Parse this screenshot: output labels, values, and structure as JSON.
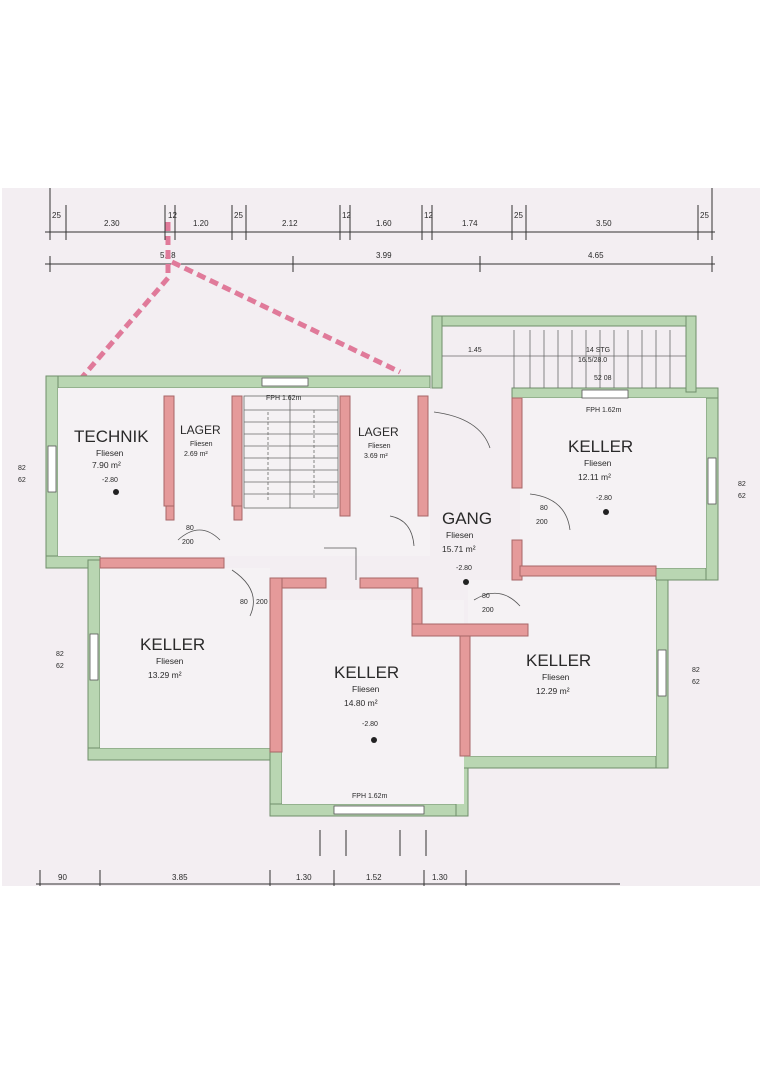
{
  "dimensions": {
    "top_row1": [
      "25",
      "2.30",
      "12",
      "1.20",
      "25",
      "2.12",
      "12",
      "1.60",
      "12",
      "1.74",
      "25",
      "3.50",
      "25"
    ],
    "top_row2": [
      "5.18",
      "3.99",
      "4.65"
    ],
    "bottom_row": [
      "90",
      "3.85",
      "1.30",
      "1.52",
      "1.30"
    ],
    "side": [
      "82",
      "62"
    ]
  },
  "stairs": {
    "label": "14 STG",
    "sublabel": "16.5/28.0",
    "step_dim": "52 08"
  },
  "rooms": [
    {
      "name": "TECHNIK",
      "floor": "Fliesen",
      "area": "7.90 m²",
      "level": "-2.80"
    },
    {
      "name": "LAGER",
      "floor": "Fliesen",
      "area": "2.69 m²"
    },
    {
      "name": "LAGER",
      "floor": "Fliesen",
      "area": "3.69 m²"
    },
    {
      "name": "KELLER",
      "floor": "Fliesen",
      "area": "12.11 m²",
      "level": "-2.80"
    },
    {
      "name": "GANG",
      "floor": "Fliesen",
      "area": "15.71 m²",
      "level": "-2.80"
    },
    {
      "name": "KELLER",
      "floor": "Fliesen",
      "area": "13.29 m²"
    },
    {
      "name": "KELLER",
      "floor": "Fliesen",
      "area": "14.80 m²",
      "level": "-2.80"
    },
    {
      "name": "KELLER",
      "floor": "Fliesen",
      "area": "12.29 m²"
    }
  ],
  "doors": {
    "d80_200": [
      "80",
      "200"
    ]
  },
  "windows": {
    "fph_top": "FPH 1.62m",
    "fph_keller": "FPH 1.62m",
    "fph_bottom": "FPH 1.62m"
  },
  "colors": {
    "outer_wall": "#b9d6b2",
    "inner_wall": "#e59a9a",
    "paper": "#f3eef2",
    "dash_line": "#e07a9a"
  }
}
